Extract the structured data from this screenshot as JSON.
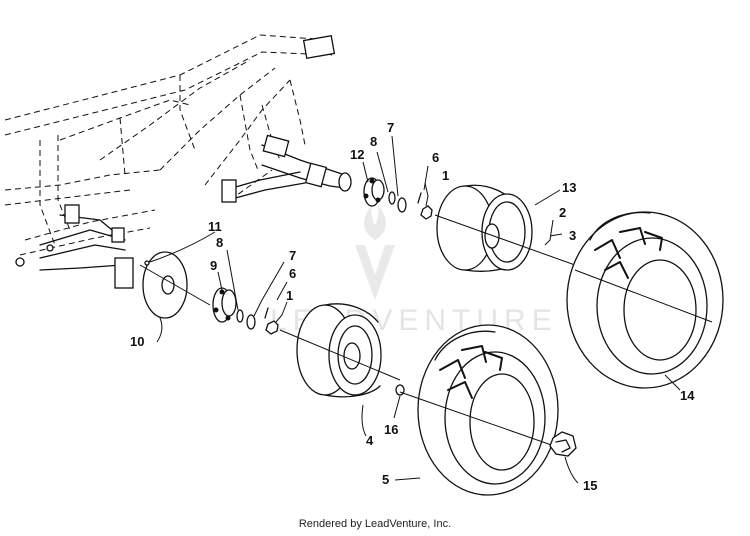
{
  "diagram": {
    "callouts": [
      {
        "id": "c1a",
        "label": "1"
      },
      {
        "id": "c1b",
        "label": "1"
      },
      {
        "id": "c2",
        "label": "2"
      },
      {
        "id": "c3",
        "label": "3"
      },
      {
        "id": "c4",
        "label": "4"
      },
      {
        "id": "c5",
        "label": "5"
      },
      {
        "id": "c6a",
        "label": "6"
      },
      {
        "id": "c6b",
        "label": "6"
      },
      {
        "id": "c7a",
        "label": "7"
      },
      {
        "id": "c7b",
        "label": "7"
      },
      {
        "id": "c8a",
        "label": "8"
      },
      {
        "id": "c8b",
        "label": "8"
      },
      {
        "id": "c9",
        "label": "9"
      },
      {
        "id": "c10",
        "label": "10"
      },
      {
        "id": "c11",
        "label": "11"
      },
      {
        "id": "c12",
        "label": "12"
      },
      {
        "id": "c13",
        "label": "13"
      },
      {
        "id": "c14",
        "label": "14"
      },
      {
        "id": "c15",
        "label": "15"
      },
      {
        "id": "c16",
        "label": "16"
      }
    ],
    "watermark": "LEADVENTURE"
  },
  "footer": {
    "text": "Rendered by LeadVenture, Inc."
  }
}
